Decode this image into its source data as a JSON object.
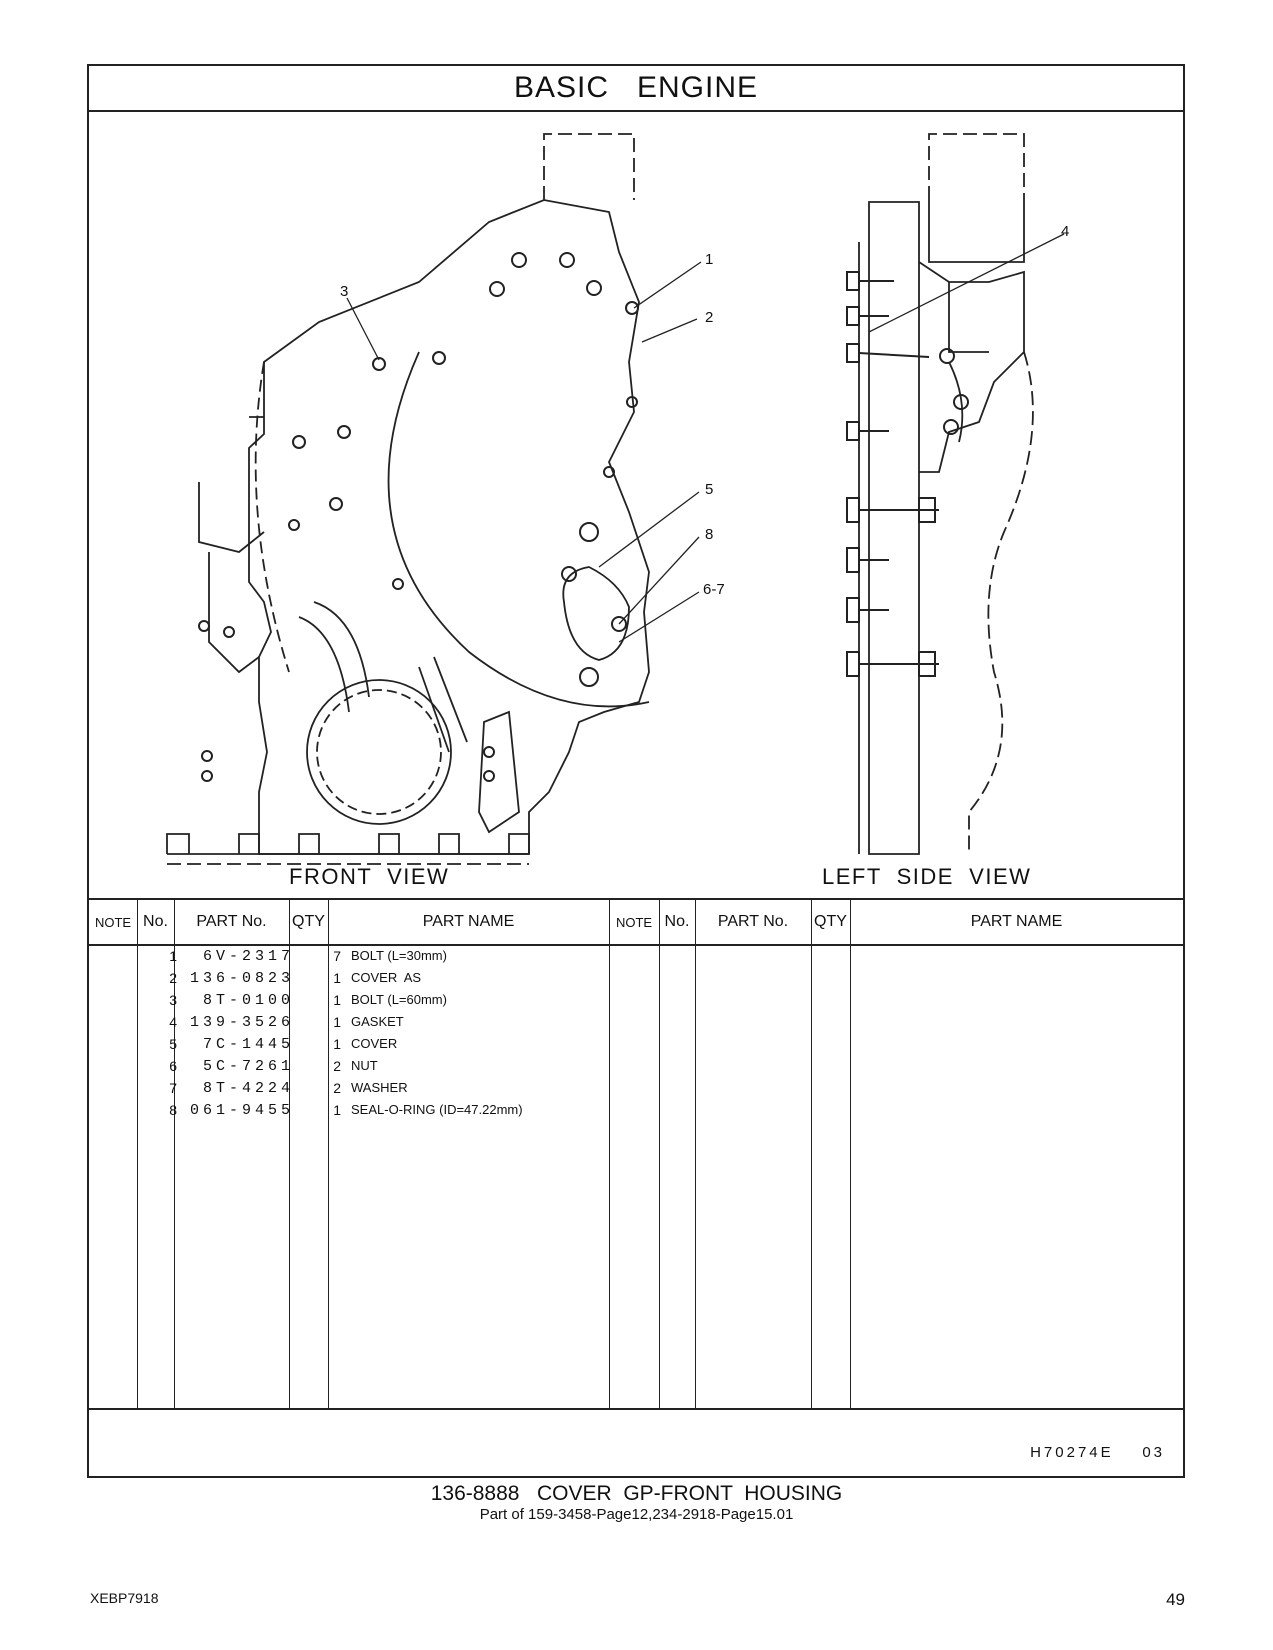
{
  "header": {
    "title": "BASIC   ENGINE"
  },
  "views": {
    "front": "FRONT  VIEW",
    "left": "LEFT  SIDE  VIEW"
  },
  "callouts": [
    "1",
    "2",
    "3",
    "4",
    "5",
    "8",
    "6-7"
  ],
  "table": {
    "headers": [
      "NOTE",
      "No.",
      "PART No.",
      "QTY",
      "PART NAME",
      "NOTE",
      "No.",
      "PART No.",
      "QTY",
      "PART NAME"
    ],
    "rows": [
      {
        "no": "1",
        "part_no": "6V-2317",
        "qty": "7",
        "name": "BOLT (L=30mm)"
      },
      {
        "no": "2",
        "part_no": "136-0823",
        "qty": "1",
        "name": "COVER  AS"
      },
      {
        "no": "3",
        "part_no": "8T-0100",
        "qty": "1",
        "name": "BOLT (L=60mm)"
      },
      {
        "no": "4",
        "part_no": "139-3526",
        "qty": "1",
        "name": "GASKET"
      },
      {
        "no": "5",
        "part_no": "7C-1445",
        "qty": "1",
        "name": "COVER"
      },
      {
        "no": "6",
        "part_no": "5C-7261",
        "qty": "2",
        "name": "NUT"
      },
      {
        "no": "7",
        "part_no": "8T-4224",
        "qty": "2",
        "name": "WASHER"
      },
      {
        "no": "8",
        "part_no": "061-9455",
        "qty": "1",
        "name": "SEAL-O-RING (ID=47.22mm)"
      }
    ]
  },
  "illustration_code": "H70274E    03",
  "caption": {
    "line1": "136-8888   COVER  GP-FRONT  HOUSING",
    "line2": "Part of 159-3458-Page12,234-2918-Page15.01"
  },
  "footer": {
    "doc_id": "XEBP7918",
    "page": "49"
  }
}
